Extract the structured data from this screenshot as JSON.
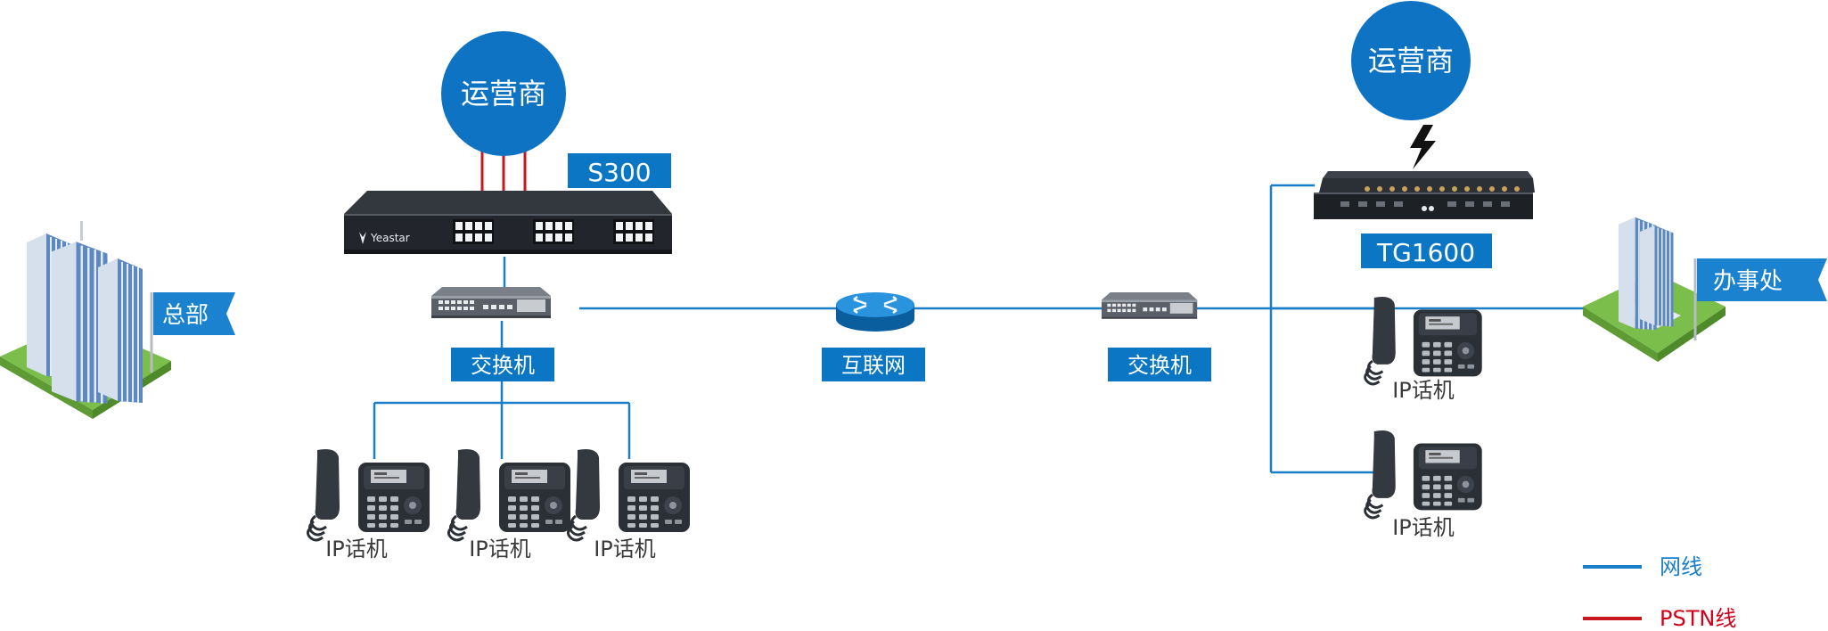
{
  "hq": {
    "carrier": "运营商",
    "gateway_model": "S300",
    "gateway_brand": "Yeastar",
    "switch_label": "交换机",
    "site_label": "总部",
    "phones": [
      "IP话机",
      "IP话机",
      "IP话机"
    ]
  },
  "internet_label": "互联网",
  "branch": {
    "carrier": "运营商",
    "gateway_model": "TG1600",
    "switch_label": "交换机",
    "site_label": "办事处",
    "phones": [
      "IP话机",
      "IP话机"
    ]
  },
  "legend": {
    "network_line": "网线",
    "pstn_line": "PSTN线"
  },
  "colors": {
    "carrier_circle": "#0f73c4",
    "label_box": "#0a76c4",
    "network_line": "#1a7fc8",
    "pstn_line": "#c8171d",
    "pstn_legend_text": "#d0021b",
    "flag": "#1b82cf",
    "device_dark": "#22252b",
    "phone_dark": "#2b2f36",
    "ground_green": "#7cbe4c",
    "building_blue": "#5e88c2"
  }
}
